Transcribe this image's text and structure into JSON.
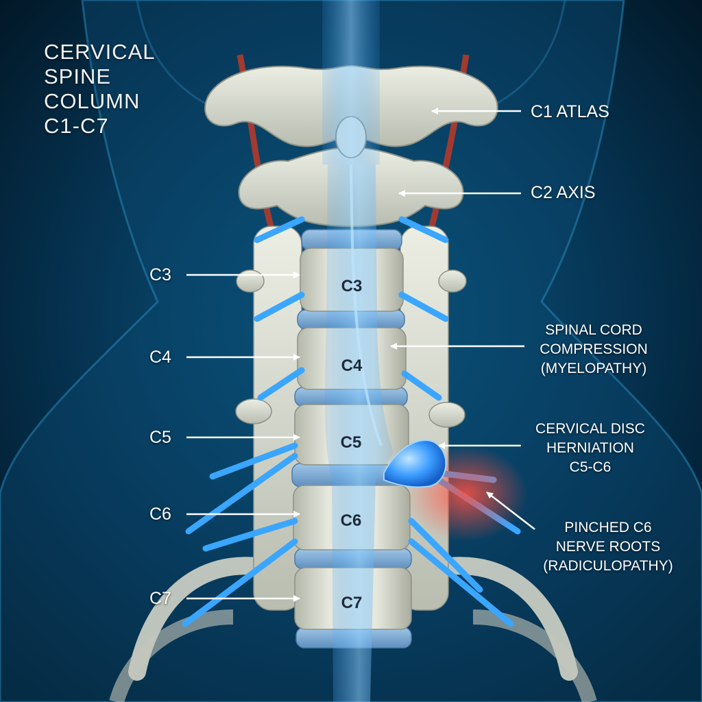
{
  "title_lines": [
    "CERVICAL",
    "SPINE",
    "COLUMN",
    "C1-C7"
  ],
  "labels": {
    "c1": "C1 ATLAS",
    "c2": "C2 AXIS",
    "c3": "C3",
    "c4": "C4",
    "c5": "C5",
    "c6": "C6",
    "c7": "C7",
    "cord": [
      "SPINAL CORD",
      "COMPRESSION",
      "(MYELOPATHY)"
    ],
    "herniation": [
      "CERVICAL DISC",
      "HERNIATION",
      "C5-C6"
    ],
    "nerve": [
      "PINCHED C6",
      "NERVE ROOTS",
      "(RADICULOPATHY)"
    ]
  },
  "vertebra_body_labels": [
    "C3",
    "C4",
    "C5",
    "C6",
    "C7"
  ],
  "colors": {
    "background": "#021a2c",
    "bone": "#d9dccf",
    "nerve": "#3aa6ff",
    "artery": "#b23a2a",
    "inflammation": "#ff4a3a"
  }
}
